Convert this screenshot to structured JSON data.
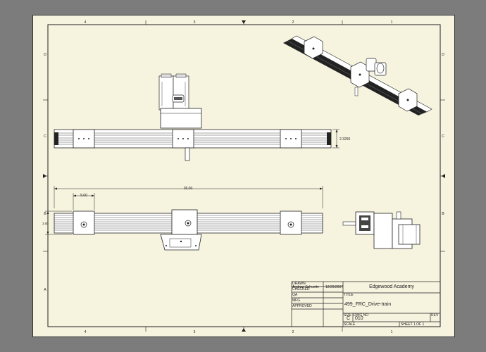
{
  "border": {
    "columns": [
      "4",
      "3",
      "2",
      "1"
    ],
    "rows": [
      "D",
      "C",
      "B",
      "A"
    ]
  },
  "dimensions": {
    "height": "2.3250",
    "overall_length": "35.00",
    "plate_width": "5.00",
    "plate_height": "3.00"
  },
  "title_block": {
    "drawn_label": "DRAWN",
    "drawn_name": "Andrew Schuette",
    "drawn_date": "12/29/2007",
    "checked_label": "CHECKED",
    "qa_label": "QA",
    "mfg_label": "MFG",
    "approved_label": "APPROVED",
    "organization": "Edgewood Academy",
    "title_label": "TITLE",
    "title": "499_FRC_Drive-train",
    "size_label": "SIZE",
    "size": "C",
    "dwg_no_label": "DWG NO",
    "dwg_no": "010",
    "rev_label": "REV",
    "scale_label": "SCALE",
    "sheet": "SHEET 1  OF 1"
  }
}
